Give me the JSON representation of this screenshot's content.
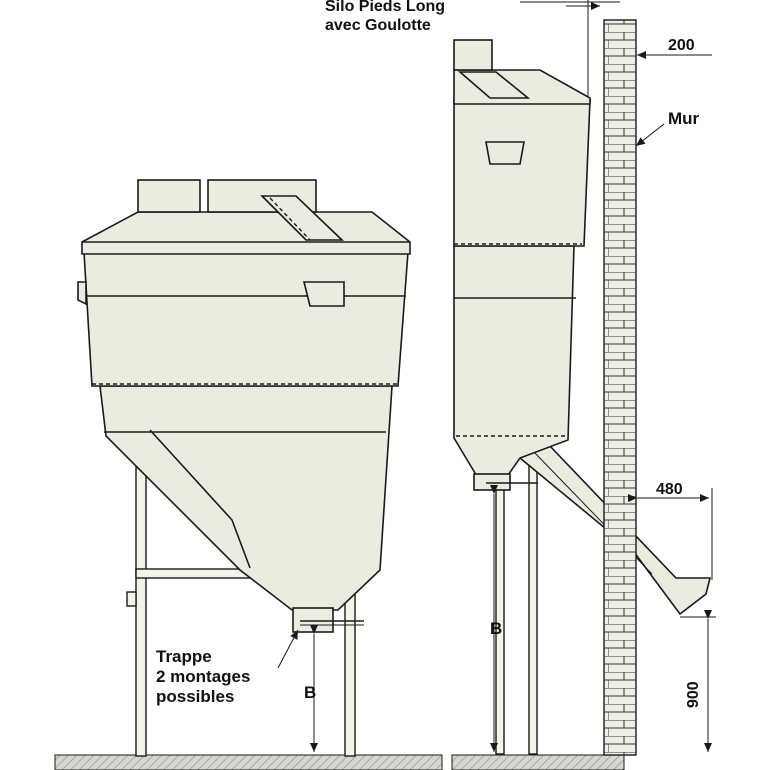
{
  "labels": {
    "title_line1": "Silo Pieds Long",
    "title_line2": "avec Goulotte",
    "wall": "Mur",
    "dim_wall": "200",
    "dim_chute": "480",
    "dim_height": "900",
    "dim_b_left": "B",
    "dim_b_right": "B",
    "trap_line1": "Trappe",
    "trap_line2": "2 montages",
    "trap_line3": "possibles"
  },
  "colors": {
    "silo": "#ecebdf",
    "wall": "#efeee4",
    "ground": "#d6d6d0",
    "ink": "#1a1a1a"
  }
}
